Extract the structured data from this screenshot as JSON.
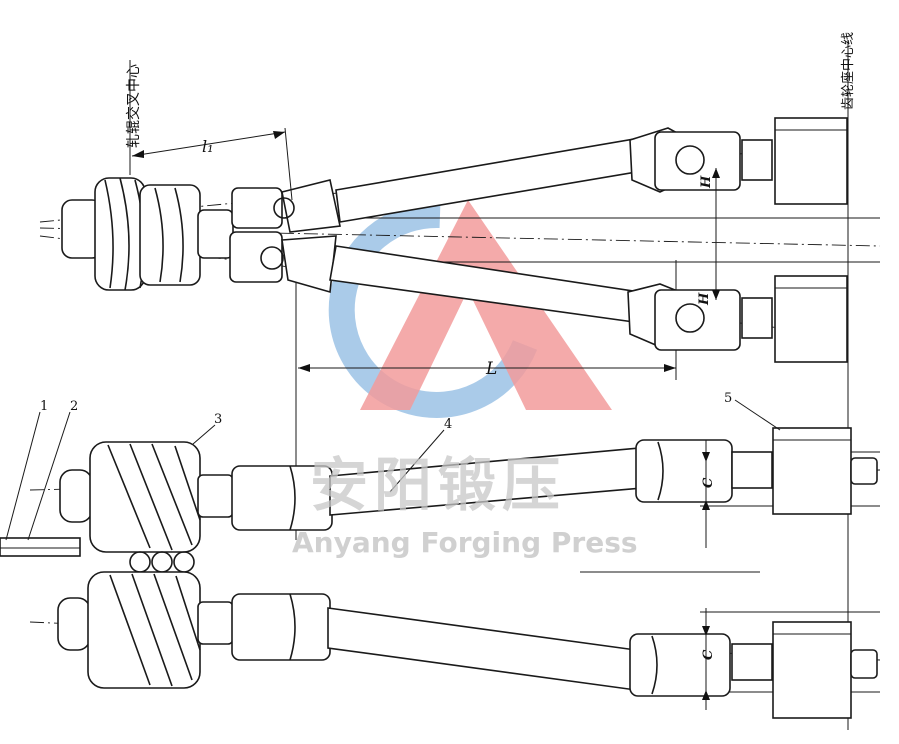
{
  "labels": {
    "roll_center": "轧辊交叉中心",
    "gear_center": "齿轮座中心线",
    "dim_l1": "l₁",
    "dim_L": "L",
    "dim_H_top": "H",
    "dim_H_bottom": "H",
    "dim_C_top": "C",
    "dim_C_bottom": "C",
    "part_1": "1",
    "part_2": "2",
    "part_3": "3",
    "part_4": "4",
    "part_5": "5"
  },
  "watermark": {
    "company_cn": "安阳锻压",
    "company_en": "Anyang Forging Press",
    "colors": {
      "blue": "#9cc3e6",
      "red": "#f08a8a",
      "gray": "#c8c8c8"
    }
  }
}
